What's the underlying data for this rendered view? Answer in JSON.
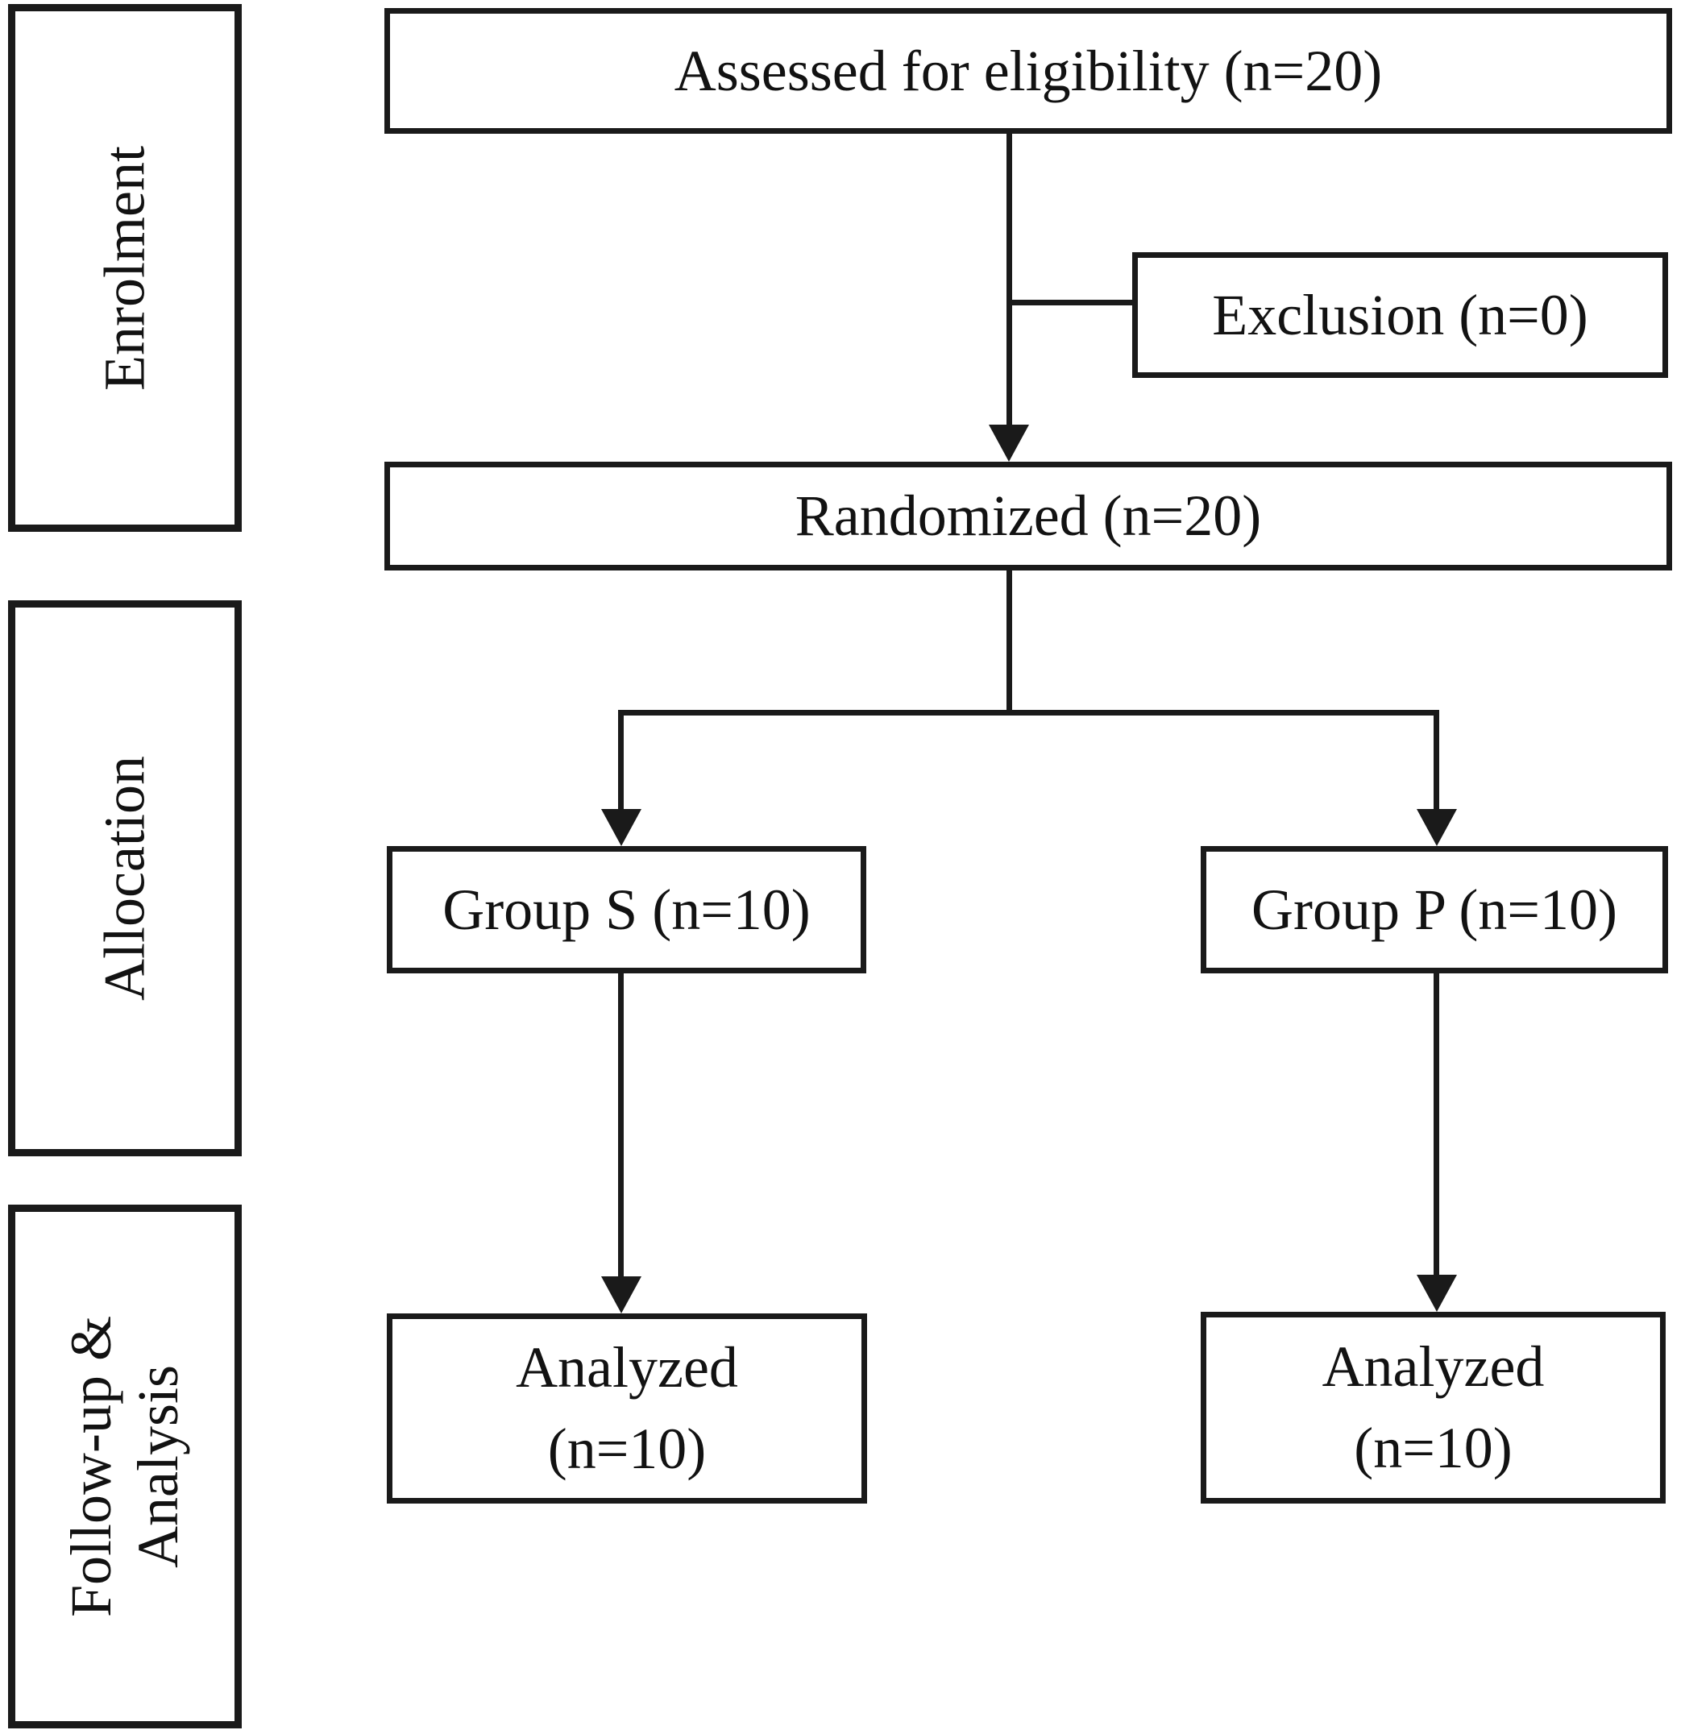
{
  "colors": {
    "background": "#ffffff",
    "line": "#1a1a1a",
    "text": "#121212"
  },
  "sidebar": {
    "stages": [
      {
        "id": "enrolment",
        "lines": [
          "Enrolment"
        ]
      },
      {
        "id": "allocation",
        "lines": [
          "Allocation"
        ]
      },
      {
        "id": "followup-analysis",
        "lines": [
          "Follow-up &",
          "Analysis"
        ]
      }
    ]
  },
  "nodes": {
    "assessed": {
      "label": "Assessed for eligibility (n=20)"
    },
    "exclusion": {
      "label": "Exclusion (n=0)"
    },
    "randomized": {
      "label": "Randomized (n=20)"
    },
    "group_s": {
      "label": "Group S (n=10)"
    },
    "group_p": {
      "label": "Group P (n=10)"
    },
    "analyzed_s": {
      "lines": [
        "Analyzed",
        "(n=10)"
      ]
    },
    "analyzed_p": {
      "lines": [
        "Analyzed",
        "(n=10)"
      ]
    }
  }
}
